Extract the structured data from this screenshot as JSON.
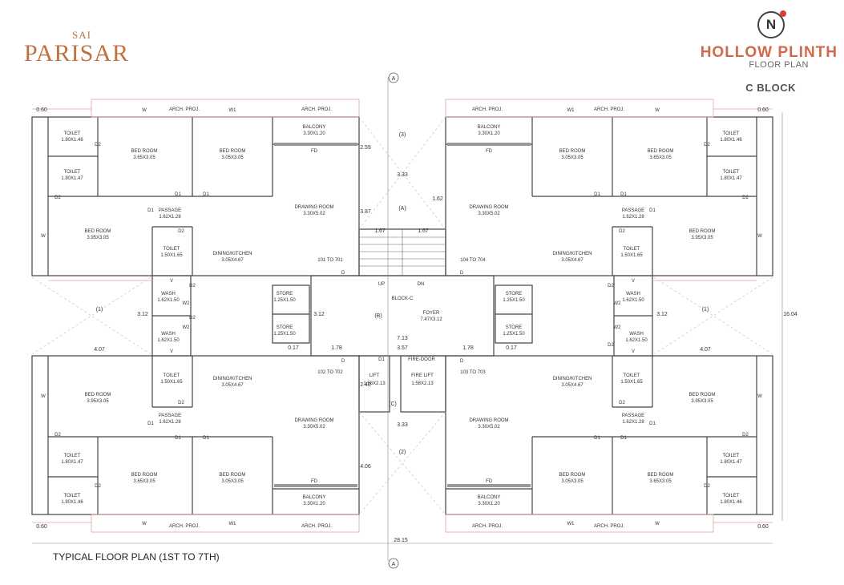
{
  "logo": {
    "top": "SAI",
    "main": "PARISAR"
  },
  "badge_letter": "N",
  "title": "HOLLOW PLINTH",
  "subtitle": "FLOOR PLAN",
  "block": "C BLOCK",
  "caption": "TYPICAL FLOOR PLAN (1ST TO 7TH)",
  "colors": {
    "brand": "#c0713f",
    "title": "#d06a4a",
    "wall": "#444444",
    "proj": "#e5a0a0",
    "dim": "#777777"
  },
  "rooms": {
    "toilet_a": "TOILET",
    "toilet_a_dim": "1.80X1.46",
    "toilet_b": "TOILET",
    "toilet_b_dim": "1.80X1.47",
    "bed_a": "BED ROOM",
    "bed_a_dim": "3.65X3.05",
    "bed_b": "BED ROOM",
    "bed_b_dim": "3.05X3.05",
    "bed_c": "BED ROOM",
    "bed_c_dim": "3.95X3.05",
    "balcony": "BALCONY",
    "balcony_dim": "3.30X1.20",
    "fd": "FD",
    "drawing": "DRAWING ROOM",
    "drawing_dim": "3.30X5.02",
    "passage": "PASSAGE",
    "passage_dim": "1.62X1.28",
    "toilet_c": "TOILET",
    "toilet_c_dim": "1.50X1.65",
    "dining": "DINING/KITCHEN",
    "dining_dim": "3.05X4.67",
    "wash": "WASH",
    "wash_dim": "1.62X1.50",
    "store": "STORE",
    "store_dim": "1.25X1.50",
    "foyer": "FOYER",
    "foyer_dim": "7.47X3.12",
    "lift": "LIFT",
    "lift_dim": "1.58X2.13",
    "fire_lift": "FIRE LIFT",
    "fire_lift_dim": "1.58X2.13",
    "fire_door": "FIRE-DOOR",
    "block_c": "BLOCK-C",
    "up": "UP",
    "dn": "DN"
  },
  "flats": {
    "tl": "101 TO 701",
    "tr": "104 TO 704",
    "bl": "102 TO 702",
    "br": "103 TO 703"
  },
  "tags": {
    "d": "D",
    "d1": "D1",
    "d2": "D2",
    "w": "W",
    "w1": "W1",
    "w2": "W2",
    "v": "V",
    "arch": "ARCH. PROJ."
  },
  "markers": {
    "one": "(1)",
    "two": "(2)",
    "three": "(3)",
    "a": "(A)",
    "b": "(B)",
    "c": "(C)",
    "section": "A"
  },
  "dims": {
    "d060": "0.60",
    "d033": "3.33",
    "d259": "2.59",
    "d162": "1.62",
    "d387": "3.87",
    "d167": "1.67",
    "d407": "4.07",
    "d312": "3.12",
    "d713": "7.13",
    "d017": "0.17",
    "d178": "1.78",
    "d357": "3.57",
    "d240": "2.40",
    "d406": "4.06",
    "d1604": "16.04",
    "d2815": "28.15"
  }
}
